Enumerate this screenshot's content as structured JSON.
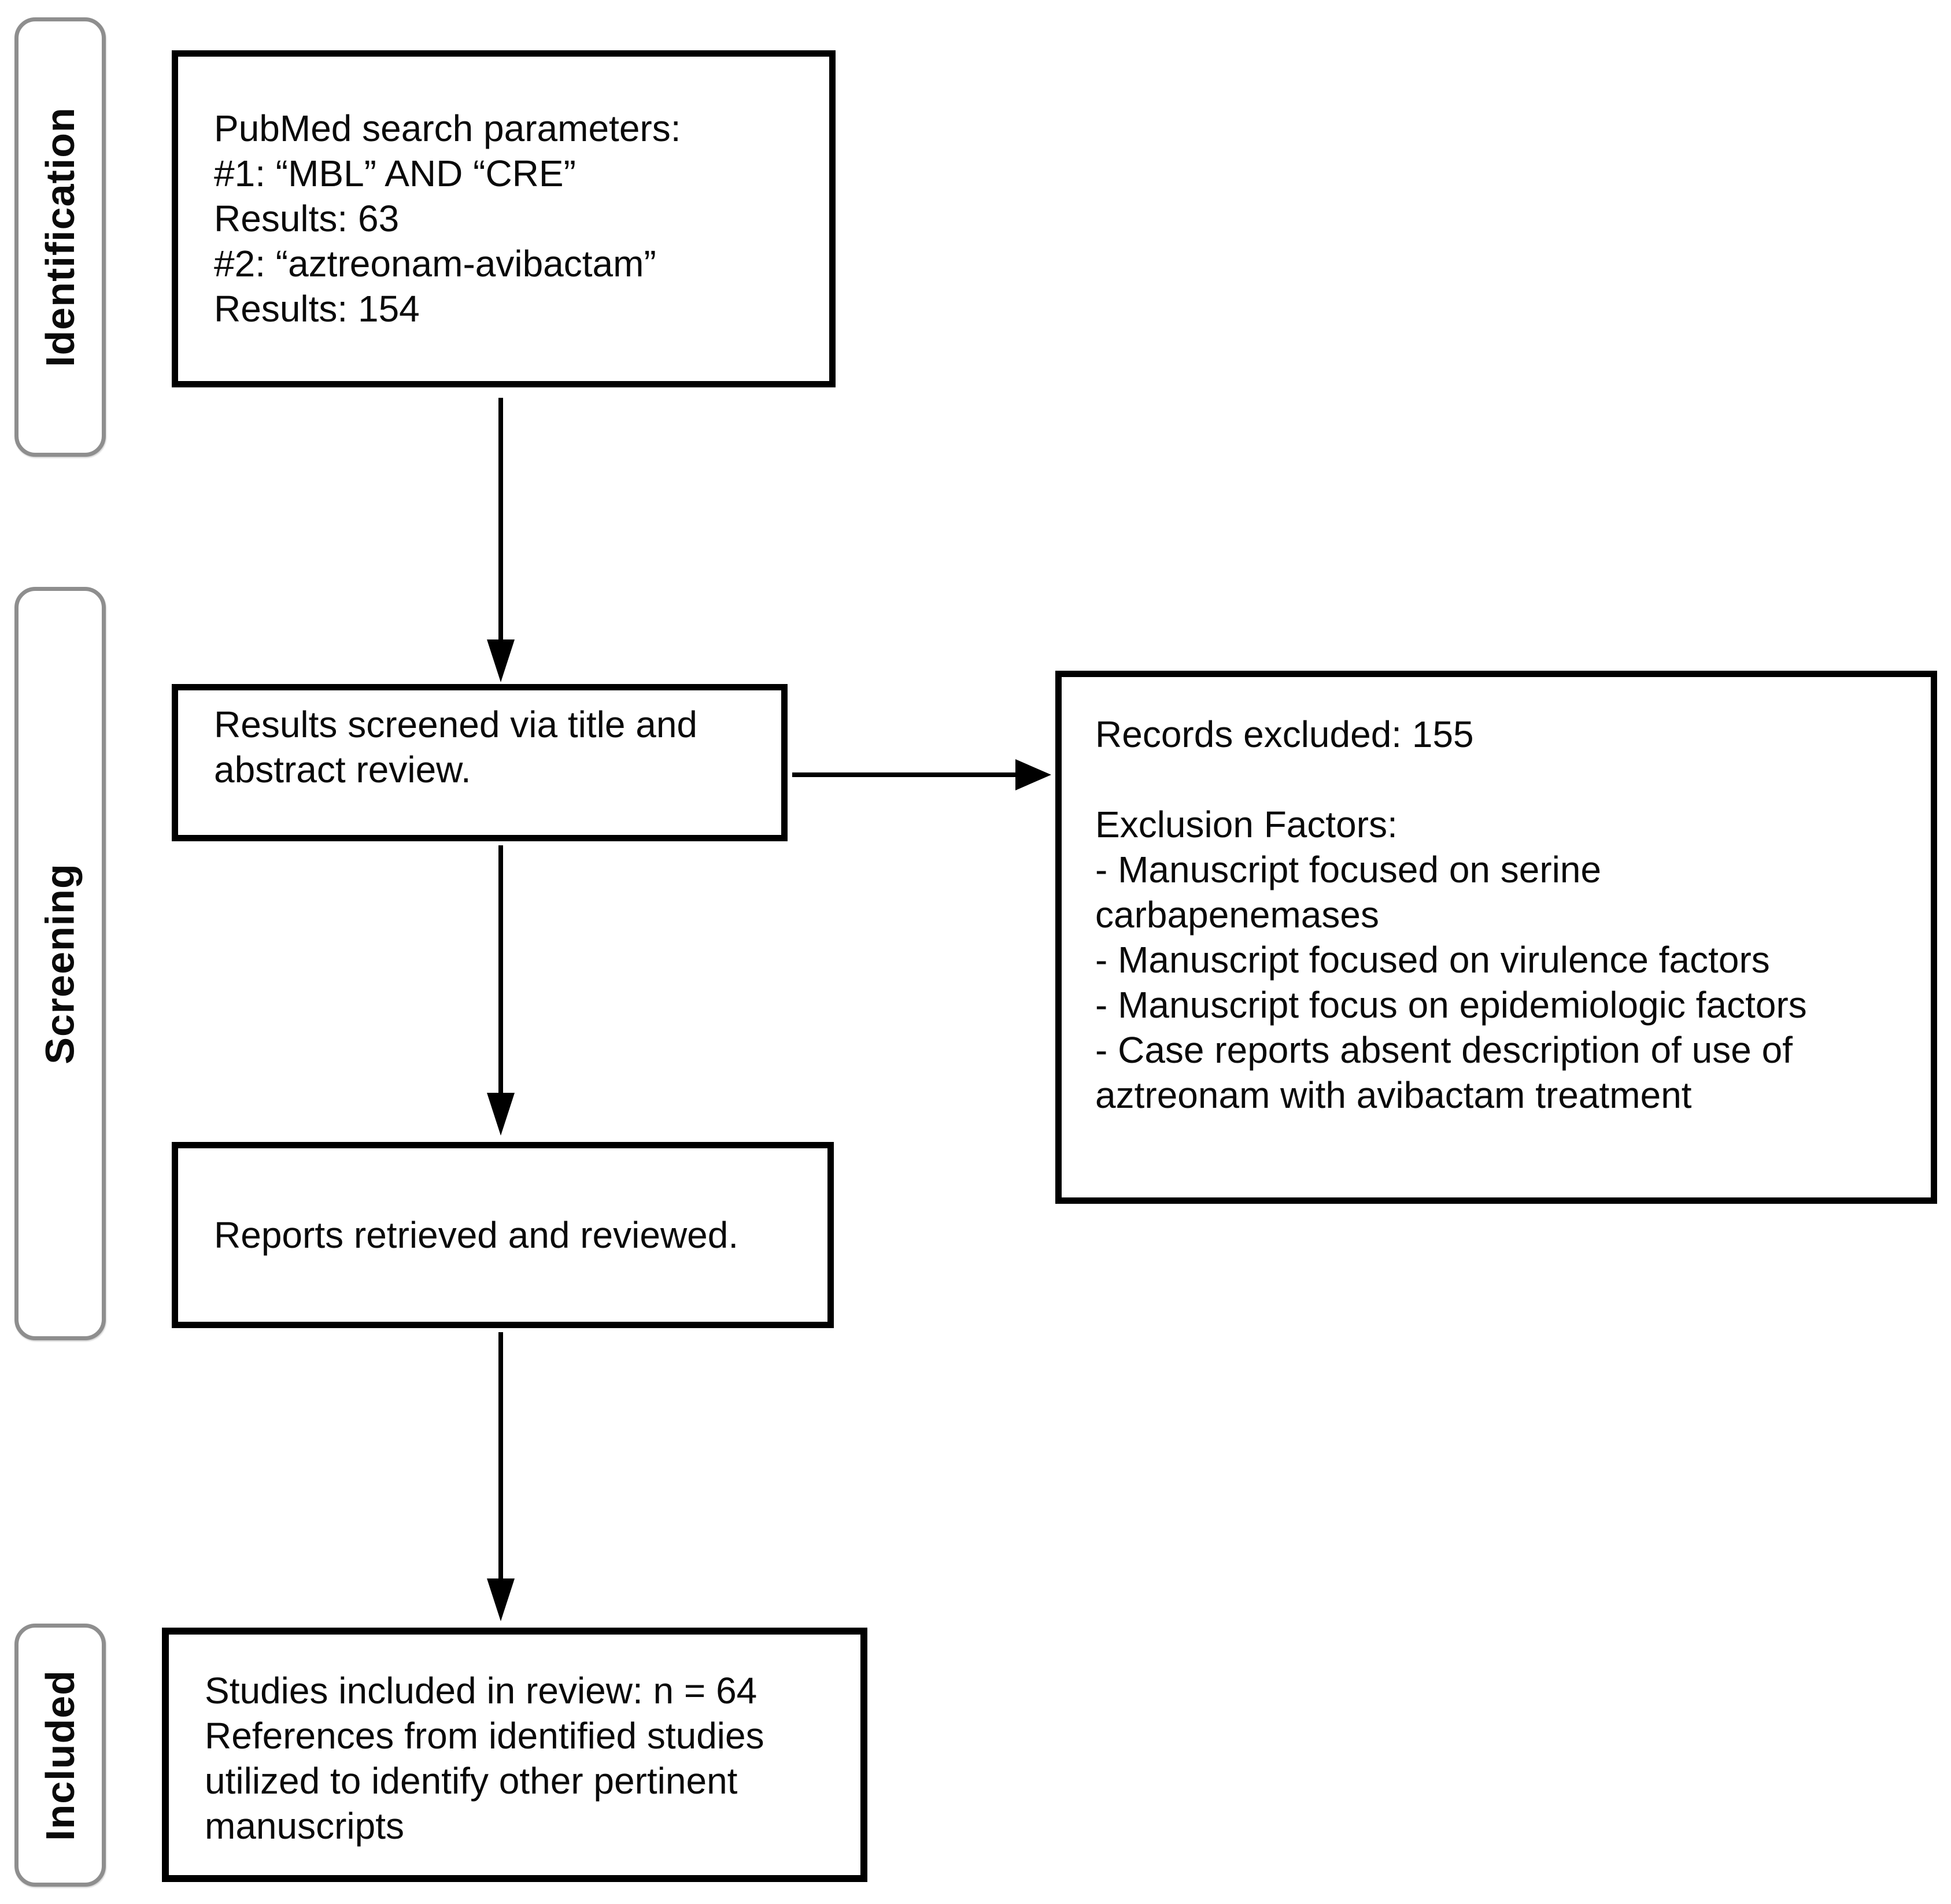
{
  "stages": [
    {
      "id": "identification",
      "label": "Identification"
    },
    {
      "id": "screening",
      "label": "Screening"
    },
    {
      "id": "included",
      "label": "Included"
    }
  ],
  "boxes": {
    "search": {
      "text": "PubMed search parameters:\n#1: “MBL” AND “CRE”\nResults: 63\n#2: “aztreonam-avibactam”\nResults: 154"
    },
    "screened": {
      "text": "Results screened via title and\nabstract review."
    },
    "excluded": {
      "text": "Records excluded: 155\n\nExclusion Factors:\n- Manuscript focused on serine\ncarbapenemases\n- Manuscript focused on virulence factors\n- Manuscript focus on epidemiologic factors\n- Case reports absent description of use of\naztreonam with avibactam treatment"
    },
    "retrieved": {
      "text": "Reports retrieved and reviewed."
    },
    "included": {
      "text": "Studies included in review: n = 64\nReferences from identified studies\nutilized to identify other pertinent\nmanuscripts"
    }
  },
  "colors": {
    "box_border": "#000000",
    "pill_border": "#8e8e8e",
    "text": "#0a0a0a",
    "background": "#ffffff"
  }
}
